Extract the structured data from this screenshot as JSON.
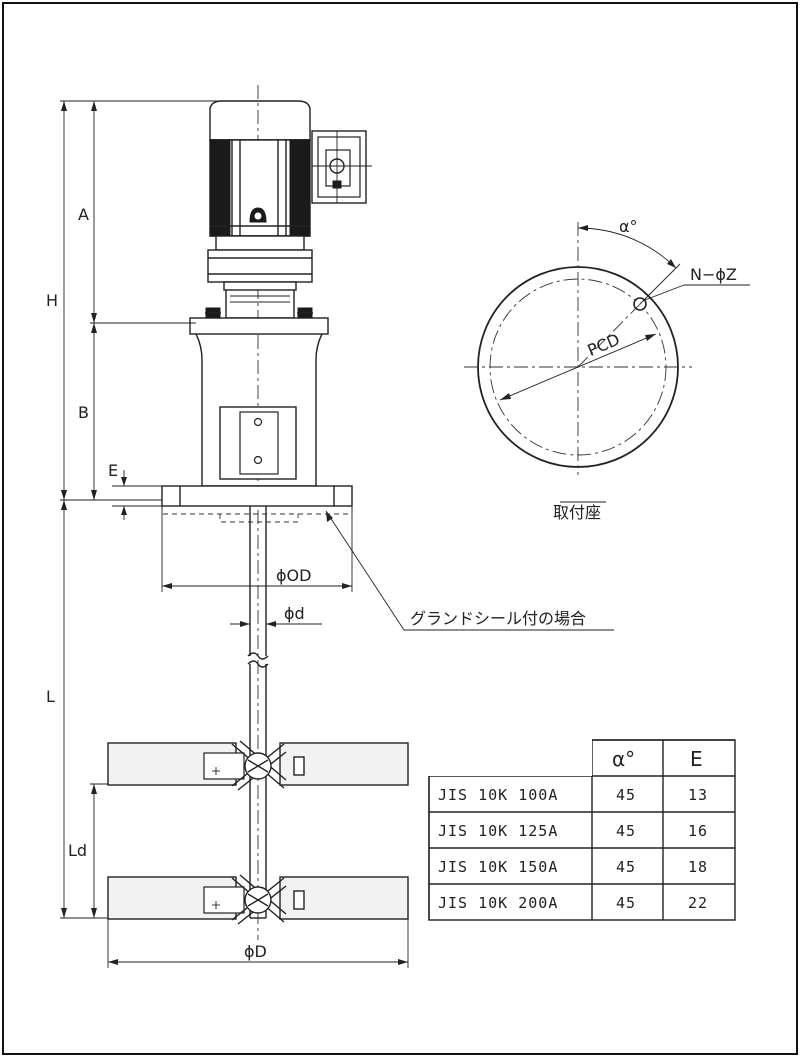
{
  "dimensions": {
    "H": "H",
    "A": "A",
    "B": "B",
    "E": "E",
    "L": "L",
    "Ld": "Ld",
    "OD": "ϕOD",
    "d": "ϕd",
    "D": "ϕD"
  },
  "flange_view": {
    "alpha": "α°",
    "holes": "N−ϕZ",
    "pcd": "PCD",
    "caption": "取付座"
  },
  "gland_note": "グランドシール付の場合",
  "table": {
    "headers": [
      "",
      "α°",
      "E"
    ],
    "rows": [
      {
        "name": "JIS 10K 100A",
        "alpha": "45",
        "e": "13"
      },
      {
        "name": "JIS 10K 125A",
        "alpha": "45",
        "e": "16"
      },
      {
        "name": "JIS 10K 150A",
        "alpha": "45",
        "e": "18"
      },
      {
        "name": "JIS 10K 200A",
        "alpha": "45",
        "e": "22"
      }
    ]
  }
}
